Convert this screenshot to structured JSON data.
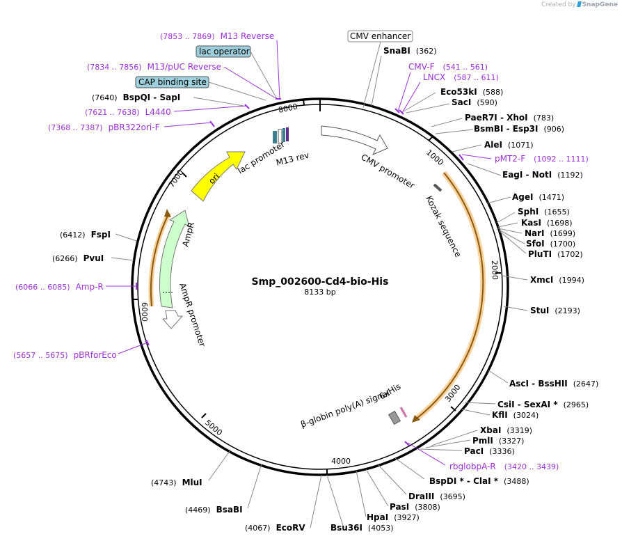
{
  "credit": {
    "created_by": "Created by",
    "brand": "SnapGene"
  },
  "plasmid": {
    "name": "Smp_002600-Cd4-bio-His",
    "size": "8133 bp",
    "total_bp": 8133
  },
  "colors": {
    "primer": "#9b30d8",
    "site": "#000000",
    "feature_box": "#9ecfdc",
    "ori": "#ffff00",
    "ampr": "#ccffcc",
    "orf": "#f5b041",
    "backbone": "#000000"
  },
  "ticks": [
    "1000",
    "2000",
    "3000",
    "4000",
    "5000",
    "6000",
    "7000",
    "8000"
  ],
  "sites_right": [
    {
      "name": "SnaBI",
      "pos": "(362)"
    },
    {
      "name": "Eco53kI",
      "pos": "(588)"
    },
    {
      "name": "SacI",
      "pos": "(590)"
    },
    {
      "name": "PaeR7I - XhoI",
      "pos": "(783)"
    },
    {
      "name": "BsmBI - Esp3I",
      "pos": "(906)"
    },
    {
      "name": "AleI",
      "pos": "(1071)"
    },
    {
      "name": "EagI - NotI",
      "pos": "(1192)"
    },
    {
      "name": "AgeI",
      "pos": "(1471)"
    },
    {
      "name": "SphI",
      "pos": "(1655)"
    },
    {
      "name": "KasI",
      "pos": "(1698)"
    },
    {
      "name": "NarI",
      "pos": "(1699)"
    },
    {
      "name": "SfoI",
      "pos": "(1700)"
    },
    {
      "name": "PluTI",
      "pos": "(1702)"
    },
    {
      "name": "XmcI",
      "pos": "(1994)"
    },
    {
      "name": "StuI",
      "pos": "(2193)"
    },
    {
      "name": "AscI - BssHII",
      "pos": "(2647)"
    },
    {
      "name": "CsiI - SexAI *",
      "pos": "(2965)"
    },
    {
      "name": "KflI",
      "pos": "(3024)"
    },
    {
      "name": "XbaI",
      "pos": "(3319)"
    },
    {
      "name": "PmlI",
      "pos": "(3327)"
    },
    {
      "name": "PacI",
      "pos": "(3336)"
    },
    {
      "name": "BspDI * - ClaI *",
      "pos": "(3488)"
    },
    {
      "name": "DraIII",
      "pos": "(3695)"
    },
    {
      "name": "PasI",
      "pos": "(3808)"
    },
    {
      "name": "HpaI",
      "pos": "(3927)"
    },
    {
      "name": "Bsu36I",
      "pos": "(4053)"
    }
  ],
  "sites_left": [
    {
      "name": "EcoRV",
      "pos": "(4067)"
    },
    {
      "name": "BsaBI",
      "pos": "(4469)"
    },
    {
      "name": "MluI",
      "pos": "(4743)"
    },
    {
      "name": "PvuI",
      "pos": "(6266)"
    },
    {
      "name": "FspI",
      "pos": "(6412)"
    },
    {
      "name": "BspQI - SapI",
      "pos": "(7640)"
    }
  ],
  "primers": [
    {
      "name": "M13 Reverse",
      "range": "(7853 .. 7869)"
    },
    {
      "name": "M13/pUC Reverse",
      "range": "(7834 .. 7856)"
    },
    {
      "name": "L4440",
      "range": "(7621 .. 7638)"
    },
    {
      "name": "pBR322ori-F",
      "range": "(7368 .. 7387)"
    },
    {
      "name": "Amp-R",
      "range": "(6066 .. 6085)"
    },
    {
      "name": "pBRforEco",
      "range": "(5657 .. 5675)"
    },
    {
      "name": "CMV-F",
      "range": "(541 .. 561)"
    },
    {
      "name": "LNCX",
      "range": "(587 .. 611)"
    },
    {
      "name": "pMT2-F",
      "range": "(1092 .. 1111)"
    },
    {
      "name": "rbglobpA-R",
      "range": "(3420 .. 3439)"
    }
  ],
  "boxed_features": [
    "CMV enhancer",
    "lac operator",
    "CAP binding site"
  ],
  "features": {
    "lac_promoter": "lac promoter",
    "m13_rev": "M13 rev",
    "cmv_promoter": "CMV promoter",
    "kozak": "Kozak sequence",
    "six_his": "6xHis",
    "bglobin": "β-globin poly(A) signal",
    "ori": "ori",
    "ampr": "AmpR",
    "ampr_promoter": "AmpR promoter"
  }
}
